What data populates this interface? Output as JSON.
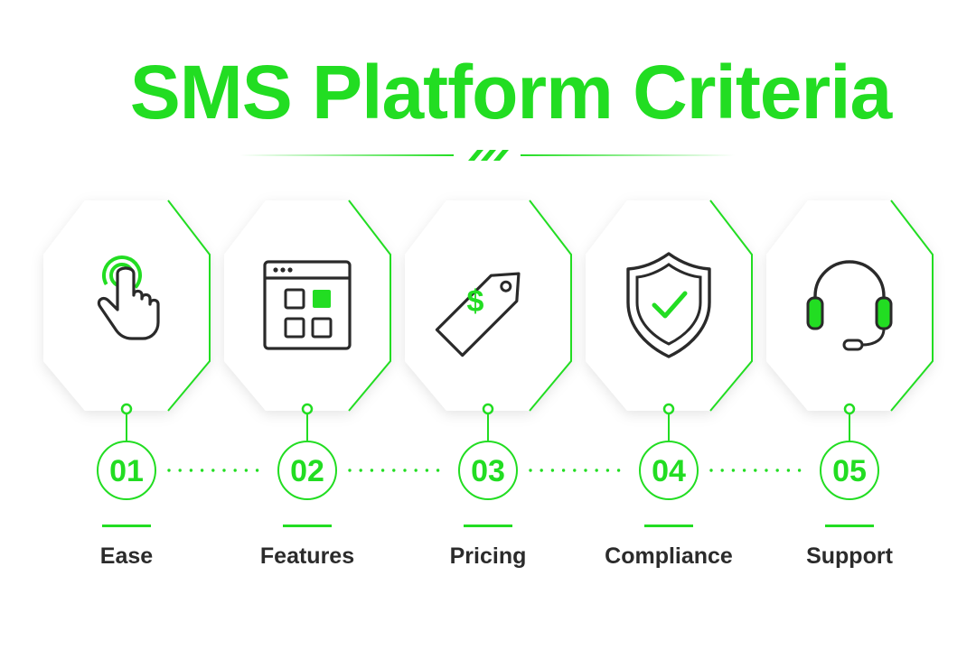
{
  "title": "SMS Platform Criteria",
  "colors": {
    "accent": "#22dd22",
    "accent_light": "#7fe67f",
    "outline": "#2a2a2a",
    "text": "#2b2b2b"
  },
  "steps": [
    {
      "number": "01",
      "label": "Ease",
      "icon": "touch-hand-icon"
    },
    {
      "number": "02",
      "label": "Features",
      "icon": "dashboard-grid-icon"
    },
    {
      "number": "03",
      "label": "Pricing",
      "icon": "price-tag-icon"
    },
    {
      "number": "04",
      "label": "Compliance",
      "icon": "shield-check-icon"
    },
    {
      "number": "05",
      "label": "Support",
      "icon": "headset-icon"
    }
  ]
}
